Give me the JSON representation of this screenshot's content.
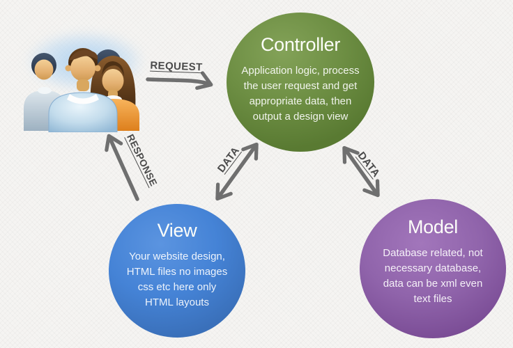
{
  "page": {
    "background_color": "#f5f4f2",
    "description": "MVC pattern diagram"
  },
  "actors": {
    "users": {
      "icon": "users-group-icon"
    }
  },
  "nodes": {
    "controller": {
      "title": "Controller",
      "body": "Application logic, process\nthe user request and get\nappropriate data, then\noutput a design view",
      "color": "#6d8e43"
    },
    "view": {
      "title": "View",
      "body": "Your website design,\nHTML files no images\ncss etc here only\nHTML layouts",
      "color": "#4583d6"
    },
    "model": {
      "title": "Model",
      "body": "Database related, not\nnecessary database,\ndata can be xml even\ntext files",
      "color": "#9064ab"
    }
  },
  "arrows": {
    "color": "#6f6f6f",
    "label_color": "#4b4b4b",
    "request": {
      "label": "REQUEST",
      "from": "users",
      "to": "controller",
      "bidirectional": false
    },
    "response": {
      "label": "RESPONSE",
      "from": "view",
      "to": "users",
      "bidirectional": false
    },
    "data_view_controller": {
      "label": "DATA",
      "from": "view",
      "to": "controller",
      "bidirectional": true
    },
    "data_controller_model": {
      "label": "DATA",
      "from": "controller",
      "to": "model",
      "bidirectional": true
    }
  }
}
